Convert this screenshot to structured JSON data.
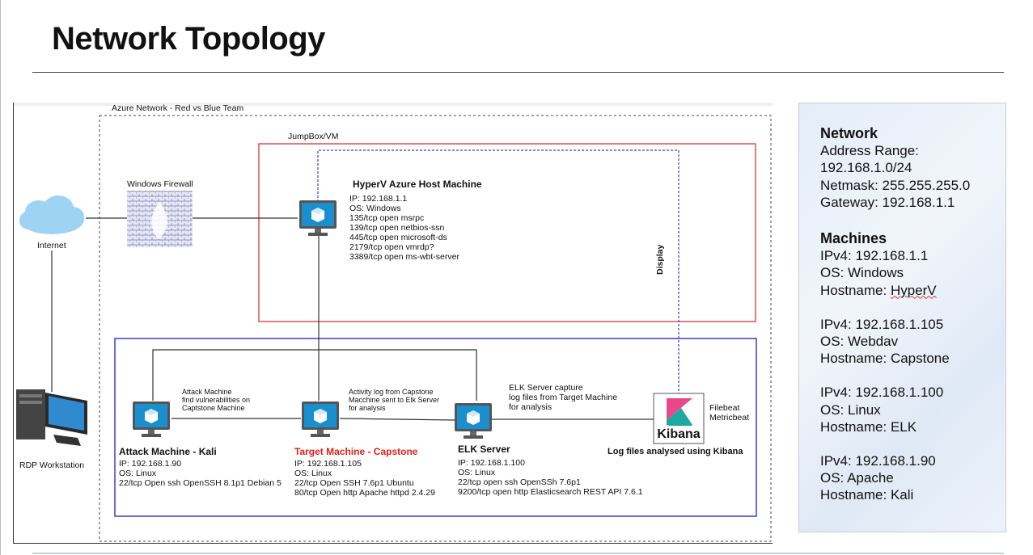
{
  "page": {
    "title": "Network Topology"
  },
  "diagram": {
    "azure_label": "Azure Network - Red vs Blue Team",
    "jumpbox_label": "JumpBox/VM",
    "firewall_label": "Windows Firewall",
    "internet_label": "Internet",
    "rdp_label": "RDP Workstation",
    "display_label": "Display",
    "hyperv": {
      "name": "HyperV Azure Host Machine",
      "lines": [
        "IP: 192.168.1.1",
        "OS: Windows",
        "135/tcp open msrpc",
        "139/tcp open netbios-ssn",
        "445/tcp open microsoft-ds",
        "2179/tcp open vmrdp?",
        "3389/tcp open ms-wbt-server"
      ]
    },
    "attack": {
      "name": "Attack Machine - Kali",
      "lines": [
        "IP: 192.168.1.90",
        "OS: Linux",
        "22/tcp Open ssh OpenSSH 8.1p1 Debian 5"
      ],
      "note": [
        "Attack Machine",
        "find vulnerabilities on",
        "Captstone Machine"
      ]
    },
    "target": {
      "name": "Target Machine - Capstone",
      "lines": [
        "IP: 192.168.1.105",
        "OS: Linux",
        "22/tcp Open SSH 7.6p1 Ubuntu",
        "80/tcp Open http Apache httpd 2.4.29"
      ],
      "note": [
        "Activity log from Capstone",
        "Macchine sent to Elk Server",
        "for analysis"
      ]
    },
    "elk": {
      "name": "ELK Server",
      "lines": [
        "IP: 192.168.1.100",
        "OS: Linux",
        "22/tcp open ssh OpenSSh 7.6p1",
        "9200/tcp open http Elasticsearch REST API 7.6.1"
      ],
      "note": [
        "ELK Server capture",
        "log files from Target Machine",
        "for analysis"
      ]
    },
    "kibana": {
      "logo_text": "Kibana",
      "side_labels": [
        "Filebeat",
        "Metricbeat"
      ],
      "caption": "Log files analysed using Kibana"
    }
  },
  "panel": {
    "network": {
      "heading": "Network",
      "lines": [
        "Address Range:",
        "192.168.1.0/24",
        "Netmask: 255.255.255.0",
        "Gateway: 192.168.1.1"
      ]
    },
    "machines_heading": "Machines",
    "machines": [
      {
        "ipv4": "IPv4: 192.168.1.1",
        "os": "OS: Windows",
        "hostname_prefix": "Hostname: ",
        "hostname": "HyperV"
      },
      {
        "ipv4": "IPv4: 192.168.1.105",
        "os": "OS: Webdav",
        "hostname_prefix": "Hostname: ",
        "hostname": "Capstone"
      },
      {
        "ipv4": "IPv4: 192.168.1.100",
        "os": "OS: Linux",
        "hostname_prefix": "Hostname: ",
        "hostname": "ELK"
      },
      {
        "ipv4": "IPv4: 192.168.1.90",
        "os": "OS: Apache",
        "hostname_prefix": "Hostname: ",
        "hostname": "Kali"
      }
    ]
  },
  "colors": {
    "red_box": "#e05050",
    "blue_box": "#3a3fc8",
    "monitor": "#1a8fd0",
    "kibana_pink": "#e8478b",
    "kibana_teal": "#1ba9a0"
  }
}
